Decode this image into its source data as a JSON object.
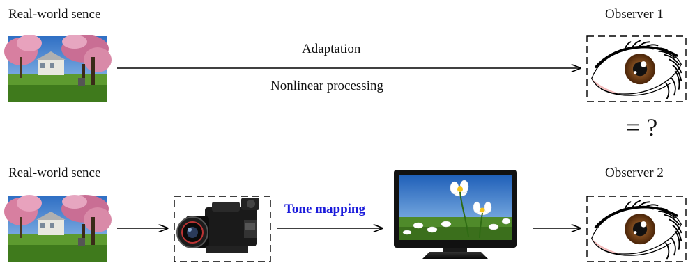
{
  "top_row": {
    "scene_label": "Real-world sence",
    "observer_label": "Observer 1",
    "arrow_label_top": "Adaptation",
    "arrow_label_bottom": "Nonlinear processing"
  },
  "comparison": "= ?",
  "bottom_row": {
    "scene_label": "Real-world sence",
    "observer_label": "Observer 2",
    "tone_mapping_label": "Tone mapping"
  },
  "colors": {
    "tone_mapping_text": "#1a1adb",
    "iris": "#6b3a12",
    "lid_pink": "#f1b8b8",
    "sky": "#4a8fd8",
    "grass": "#5d9a2f",
    "blossom": "#d77fa0"
  },
  "icons": {
    "scene_photo": "park-photo-icon",
    "eye": "eye-icon",
    "camera": "video-camera-icon",
    "tv": "tv-monitor-icon"
  }
}
